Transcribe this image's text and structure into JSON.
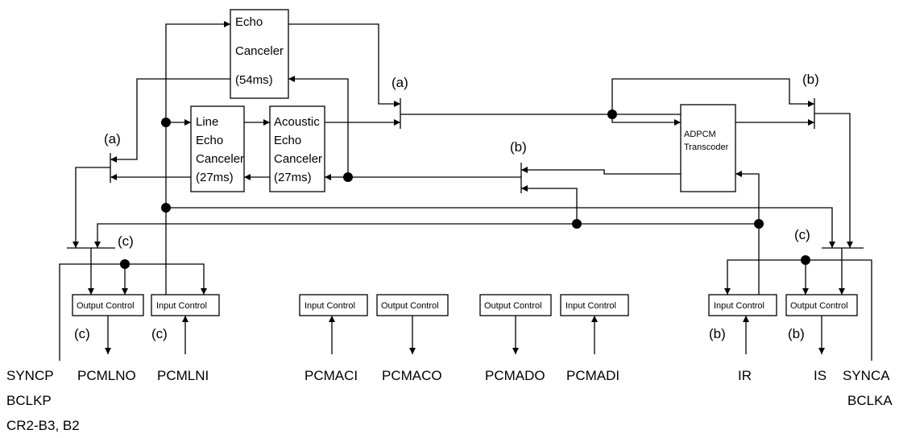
{
  "blocks": {
    "echo_canceler": [
      "Echo",
      "Canceler",
      "(54ms)"
    ],
    "line_echo_canceler": [
      "Line",
      "Echo",
      "Canceler",
      "(27ms)"
    ],
    "acoustic_echo_canceler": [
      "Acoustic",
      "Echo",
      "Canceler",
      "(27ms)"
    ],
    "adpcm_transcoder": [
      "ADPCM",
      "Transcoder"
    ]
  },
  "controls": {
    "output_control": "Output Control",
    "input_control": "Input Control"
  },
  "switch_labels": {
    "a": "(a)",
    "b": "(b)",
    "c": "(c)"
  },
  "pins": {
    "syncp": "SYNCP",
    "bclkp": "BCLKP",
    "cr2": "CR2-B3, B2",
    "pcmlno": "PCMLNO",
    "pcmlni": "PCMLNI",
    "pcmaci": "PCMACI",
    "pcmaco": "PCMACO",
    "pcmado": "PCMADO",
    "pcmadi": "PCMADI",
    "ir": "IR",
    "is": "IS",
    "synca": "SYNCA",
    "bclka": "BCLKA"
  }
}
